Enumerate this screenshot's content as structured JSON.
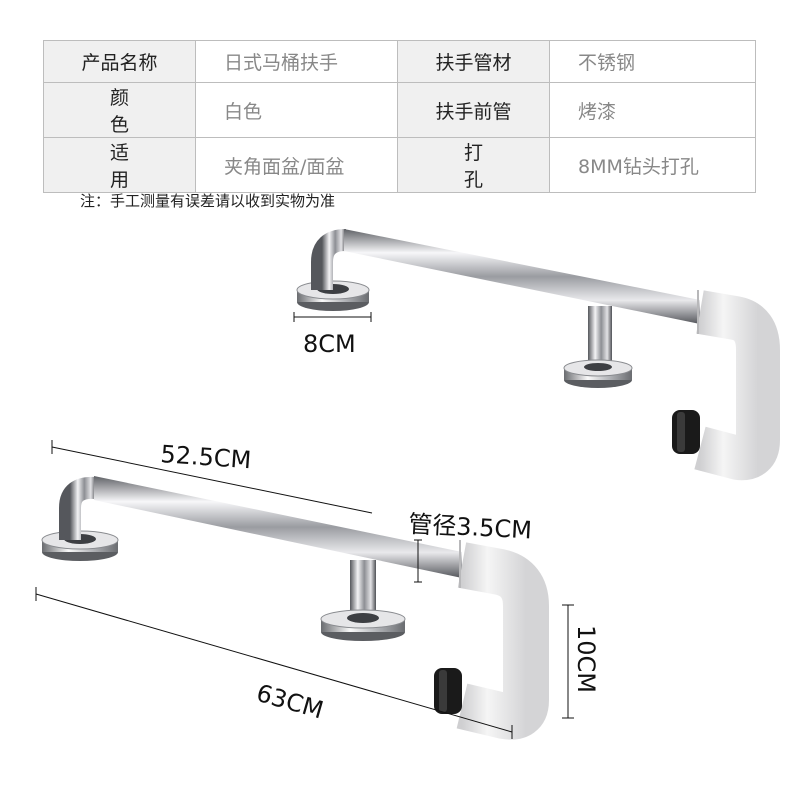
{
  "table": [
    {
      "k1": "产品名称",
      "v1": "日式马桶扶手",
      "k2": "扶手管材",
      "v2": "不锈钢"
    },
    {
      "k1": "颜色",
      "v1": "白色",
      "k2": "扶手前管",
      "v2": "烤漆"
    },
    {
      "k1": "适用",
      "v1": "夹角面盆/面盆",
      "k2": "打孔",
      "v2": "8MM钻头打孔"
    }
  ],
  "note": "注：手工测量有误差请以收到实物为准",
  "dimensions": {
    "base_diameter": "8CM",
    "inner_length": "52.5CM",
    "tube_diameter": "管径3.5CM",
    "total_length": "63CM",
    "drop_height": "10CM"
  },
  "colors": {
    "chrome_light": "#f4f4f6",
    "chrome_dark": "#6e7075",
    "coating_white": "#ececec",
    "rubber_black": "#1a1a1a"
  }
}
